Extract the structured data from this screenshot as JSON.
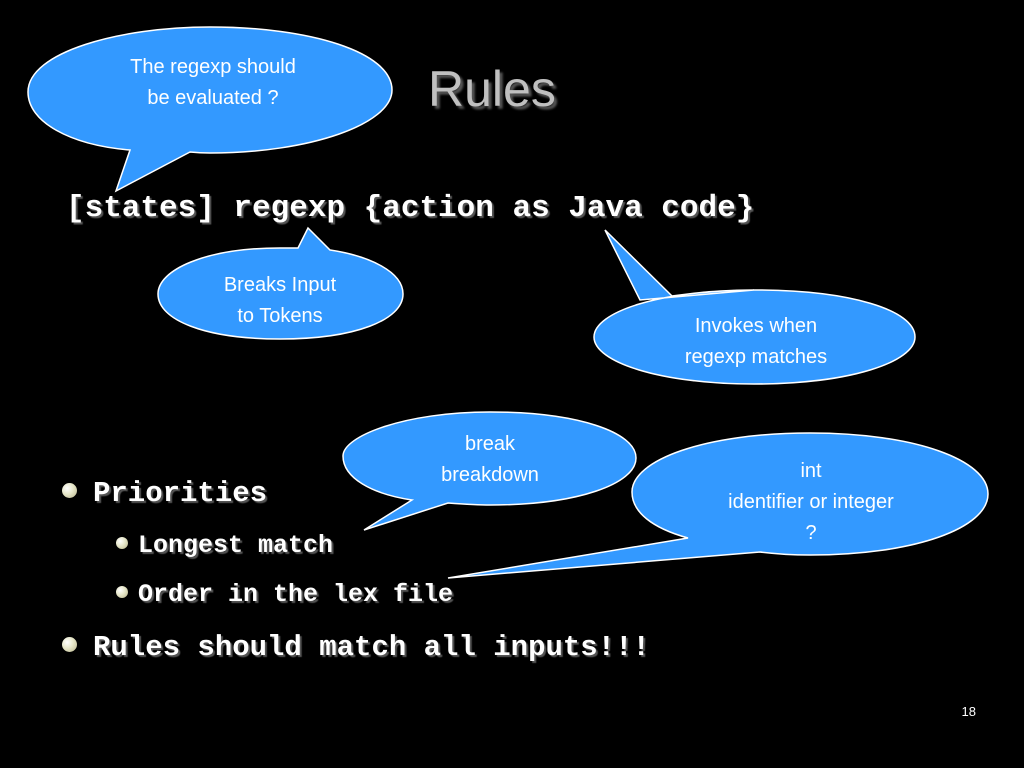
{
  "slide": {
    "title": "Rules",
    "code_line": "[states] regexp {action as Java code}",
    "bullets": [
      {
        "level": 1,
        "text": "Priorities"
      },
      {
        "level": 2,
        "text": "Longest match"
      },
      {
        "level": 2,
        "text": "Order in the lex file"
      },
      {
        "level": 1,
        "text": "Rules should match all inputs!!!"
      }
    ],
    "page_number": "18"
  },
  "callouts": {
    "regexp_evaluated": [
      "The  regexp should",
      "be evaluated ?"
    ],
    "breaks_input": [
      "Breaks Input",
      "to Tokens"
    ],
    "invokes_when": [
      "Invokes when",
      "regexp matches"
    ],
    "break_breakdown": [
      "break",
      "breakdown"
    ],
    "int_identifier": [
      "int",
      "identifier or integer",
      "?"
    ]
  },
  "colors": {
    "background": "#000000",
    "bubble_fill": "#3399ff",
    "bubble_stroke": "#ffffff",
    "title": "#c0c0c0",
    "text": "#ffffff"
  }
}
